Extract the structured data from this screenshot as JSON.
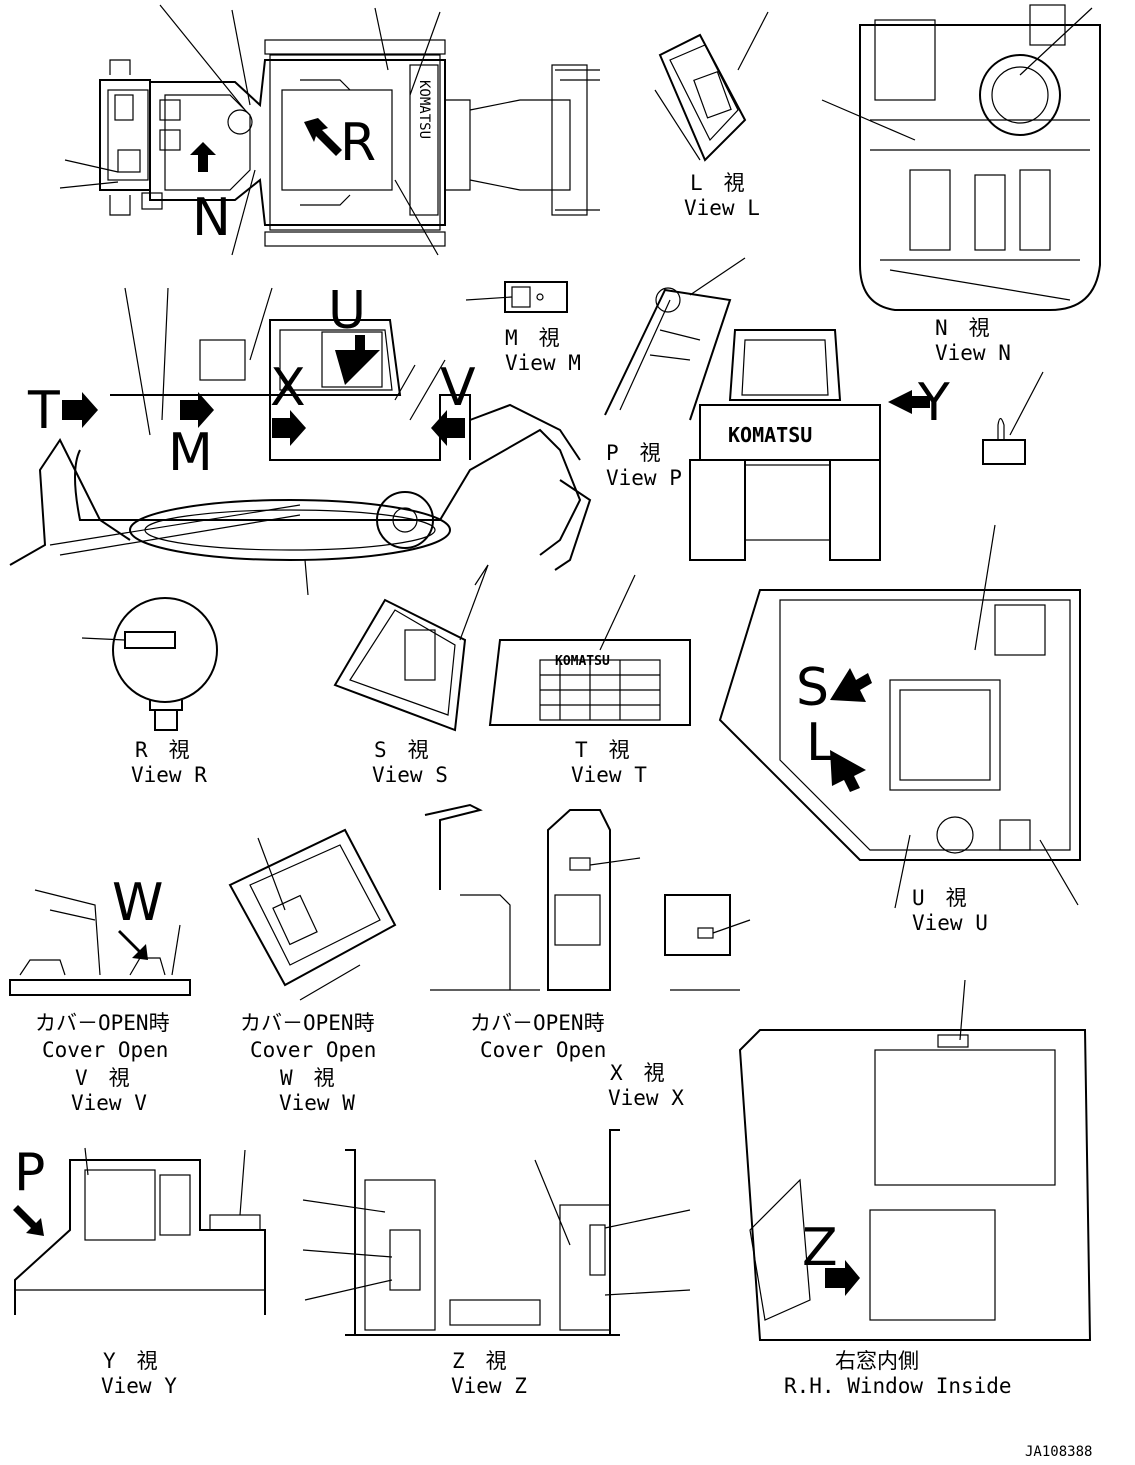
{
  "views": {
    "l": {
      "jp": "L　視",
      "en": "View L"
    },
    "m": {
      "jp": "M　視",
      "en": "View M"
    },
    "n": {
      "jp": "N　視",
      "en": "View N"
    },
    "p": {
      "jp": "P　視",
      "en": "View P"
    },
    "r": {
      "jp": "R　視",
      "en": "View R"
    },
    "s": {
      "jp": "S　視",
      "en": "View S"
    },
    "t": {
      "jp": "T　視",
      "en": "View T"
    },
    "u": {
      "jp": "U　視",
      "en": "View U"
    },
    "v": {
      "jp": "V　視",
      "en": "View V",
      "note_jp": "カバ－OPEN時",
      "note_en": "Cover Open"
    },
    "w": {
      "jp": "W　視",
      "en": "View W",
      "note_jp": "カバ－OPEN時",
      "note_en": "Cover Open"
    },
    "x": {
      "jp": "X　視",
      "en": "View X",
      "note_jp": "カバ－OPEN時",
      "note_en": "Cover Open"
    },
    "y": {
      "jp": "Y　視",
      "en": "View Y"
    },
    "z": {
      "jp": "Z　視",
      "en": "View Z"
    },
    "rh": {
      "jp": "右窓内側",
      "en": "R.H. Window Inside"
    }
  },
  "markers": {
    "n": "N",
    "r": "R",
    "t": "T",
    "m": "M",
    "xl": "X",
    "u": "U",
    "v": "V",
    "y": "Y",
    "s": "S",
    "l": "L",
    "w": "W",
    "p": "P",
    "z": "Z"
  },
  "brand": "KOMATSU",
  "drawing_number": "JA108388"
}
